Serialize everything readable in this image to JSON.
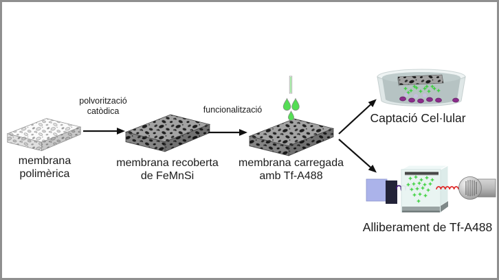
{
  "colors": {
    "border_gray": "#8f8f8f",
    "text_black": "#1a1a1a",
    "droplet_green": "#55dd55",
    "marker_green": "#35cf35",
    "cell_purple": "#8b2c8b",
    "cell_lavender": "#c6bede",
    "excitation_purple_dark": "#3c1470",
    "excitation_purple_light": "#c09aee",
    "emission_red": "#e02828",
    "source_lavender": "#abb3ea",
    "membrane_gray": "#a3a3a3",
    "membrane_white": "#fafafa"
  },
  "stages": [
    {
      "label_line1": "membrana",
      "label_line2": "polimèrica"
    },
    {
      "label_line1": "membrana recoberta",
      "label_line2": "de FeMnSi"
    },
    {
      "label_line1": "membrana carregada",
      "label_line2": "amb Tf-A488"
    }
  ],
  "process_arrows": [
    {
      "label_line1": "polvorització",
      "label_line2": "catòdica"
    },
    {
      "label_line1": "funcionalització"
    }
  ],
  "outcomes": [
    {
      "label": "Captació Cel·lular"
    },
    {
      "label": "Alliberament de Tf-A488"
    }
  ]
}
